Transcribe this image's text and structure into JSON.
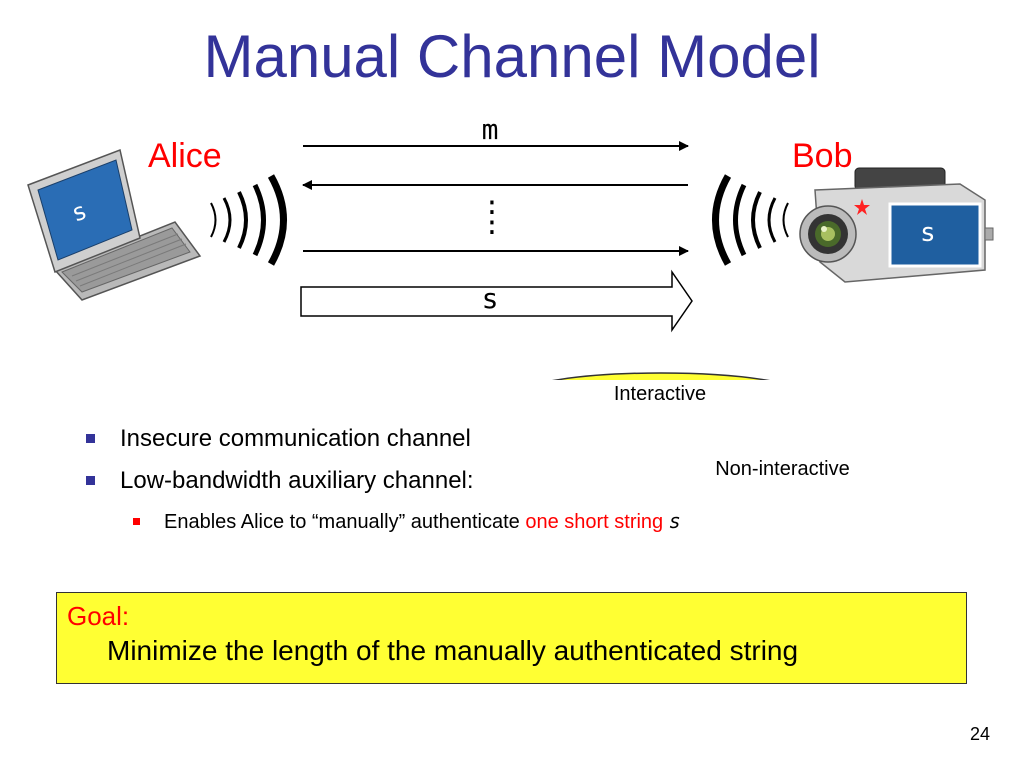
{
  "slide": {
    "title": "Manual Channel Model",
    "page_number": "24"
  },
  "diagram": {
    "alice_label": "Alice",
    "bob_label": "Bob",
    "message_label": "m",
    "ellipsis": ":",
    "short_string_label": "s",
    "laptop_screen_text": "s",
    "camera_screen_text": "s"
  },
  "callouts": {
    "interactive": "Interactive",
    "non_interactive": "Non-interactive"
  },
  "bullets": [
    {
      "text": "Insecure communication channel"
    },
    {
      "text": "Low-bandwidth auxiliary channel:"
    }
  ],
  "sub_bullet": {
    "prefix": "Enables Alice to “manually” authenticate ",
    "highlight": "one short string",
    "suffix": "s"
  },
  "goal": {
    "label": "Goal:",
    "text": "Minimize the length of the manually authenticated string"
  },
  "colors": {
    "title": "#333399",
    "accent_red": "#ff0000",
    "goal_background": "#ffff33",
    "callout_fill": "#ffff33",
    "laptop_screen": "#2a6db5",
    "camera_screen": "#1f5fa0"
  }
}
